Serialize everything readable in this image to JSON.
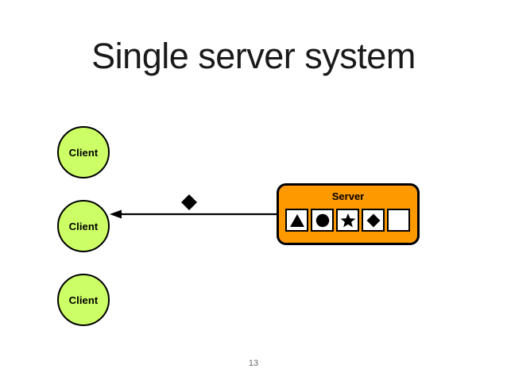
{
  "slide": {
    "title": "Single server system",
    "page_number": "13",
    "background_color": "#FFFFFF"
  },
  "colors": {
    "client_fill": "#CCFF66",
    "server_fill": "#FF9900",
    "outline": "#000000",
    "cell_fill": "#FFFFFF",
    "title_text": "#1A1A1A",
    "page_number_text": "#666666"
  },
  "clients": [
    {
      "label": "Client",
      "shape": "circle"
    },
    {
      "label": "Client",
      "shape": "circle"
    },
    {
      "label": "Client",
      "shape": "circle"
    }
  ],
  "server": {
    "label": "Server",
    "shape": "rounded-rectangle",
    "queue": [
      {
        "token": "triangle",
        "filled": true
      },
      {
        "token": "circle",
        "filled": true
      },
      {
        "token": "star",
        "filled": true
      },
      {
        "token": "diamond",
        "filled": true
      },
      {
        "token": "empty",
        "filled": false
      }
    ]
  },
  "flow": {
    "direction": "server-to-client",
    "arrow_points": "left",
    "in_flight_token": "diamond",
    "source": "Server",
    "target": "Client"
  }
}
